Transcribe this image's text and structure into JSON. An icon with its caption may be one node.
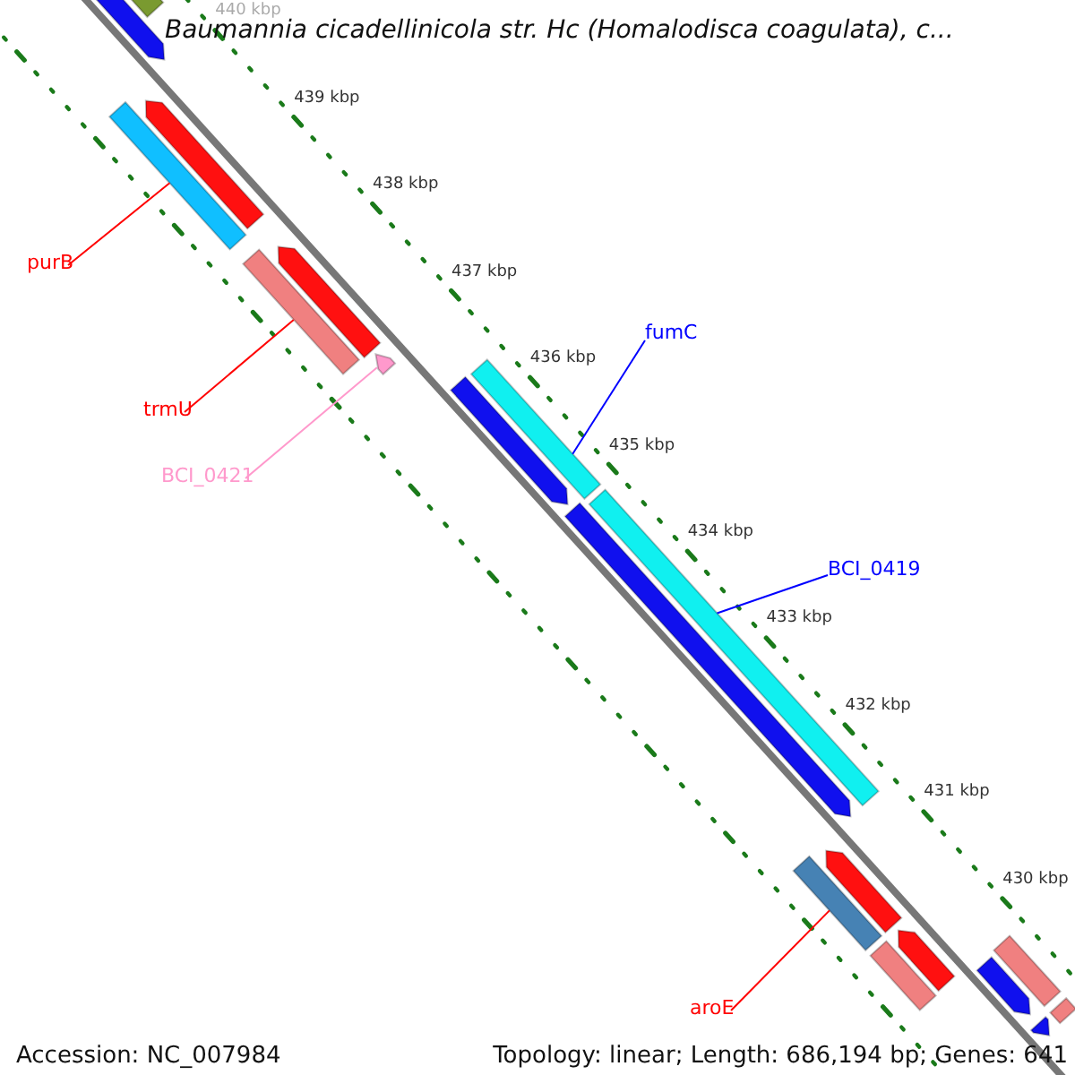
{
  "diagram": {
    "title": "Baumannia cicadellinicola str. Hc (Homalodisca coagulata), c...",
    "nodes": [
      {
        "text": [
          "purB"
        ]
      },
      {
        "text": [],
        "shape": "bar"
      },
      {
        "text": [
          "trmU"
        ]
      },
      {
        "text": [],
        "shape": "bar"
      },
      {
        "text": [
          "BCI_0421"
        ]
      },
      {
        "text": [],
        "shape": "triangle"
      },
      {
        "text": [
          "fumC"
        ]
      },
      {
        "text": [],
        "shape": "bar"
      },
      {
        "text": [
          "BCI_0419"
        ]
      },
      {
        "text": [],
        "shape": "bar"
      },
      {
        "text": [
          "aroE"
        ]
      },
      {
        "text": [],
        "shape": "bar"
      },
      {
        "text": [],
        "shape": "arrow"
      },
      {
        "text": [],
        "shape": "bar"
      },
      {
        "text": [],
        "shape": "arrow"
      },
      {
        "text": [],
        "shape": "arrow"
      },
      {
        "text": [],
        "shape": "arrow"
      },
      {
        "text": [],
        "shape": "arrow"
      },
      {
        "text": [],
        "shape": "arrow"
      },
      {
        "text": [],
        "shape": "arrow"
      },
      {
        "text": [],
        "shape": "bar"
      },
      {
        "text": [],
        "shape": "bar"
      },
      {
        "text": [],
        "shape": "arrow"
      },
      {
        "text": [],
        "shape": "bar"
      },
      {
        "text": [],
        "shape": "arrow"
      }
    ],
    "edges": [
      {
        "from": 0,
        "to": 1,
        "arrow": "none",
        "color": "#ff0000"
      },
      {
        "from": 2,
        "to": 3,
        "arrow": "none",
        "color": "#ff0000"
      },
      {
        "from": 4,
        "to": 5,
        "arrow": "none",
        "color": "#ff99cc"
      },
      {
        "from": 6,
        "to": 7,
        "arrow": "none",
        "color": "#0000ff"
      },
      {
        "from": 8,
        "to": 9,
        "arrow": "none",
        "color": "#0000ff"
      },
      {
        "from": 10,
        "to": 11,
        "arrow": "none",
        "color": "#ff0000"
      }
    ],
    "labels": [
      "440 kbp",
      "439 kbp",
      "438 kbp",
      "437 kbp",
      "436 kbp",
      "435 kbp",
      "434 kbp",
      "433 kbp",
      "432 kbp",
      "431 kbp",
      "430 kbp",
      "Accession: NC_007984",
      "Topology: linear; Length: 686,194 bp; Genes: 641"
    ]
  }
}
